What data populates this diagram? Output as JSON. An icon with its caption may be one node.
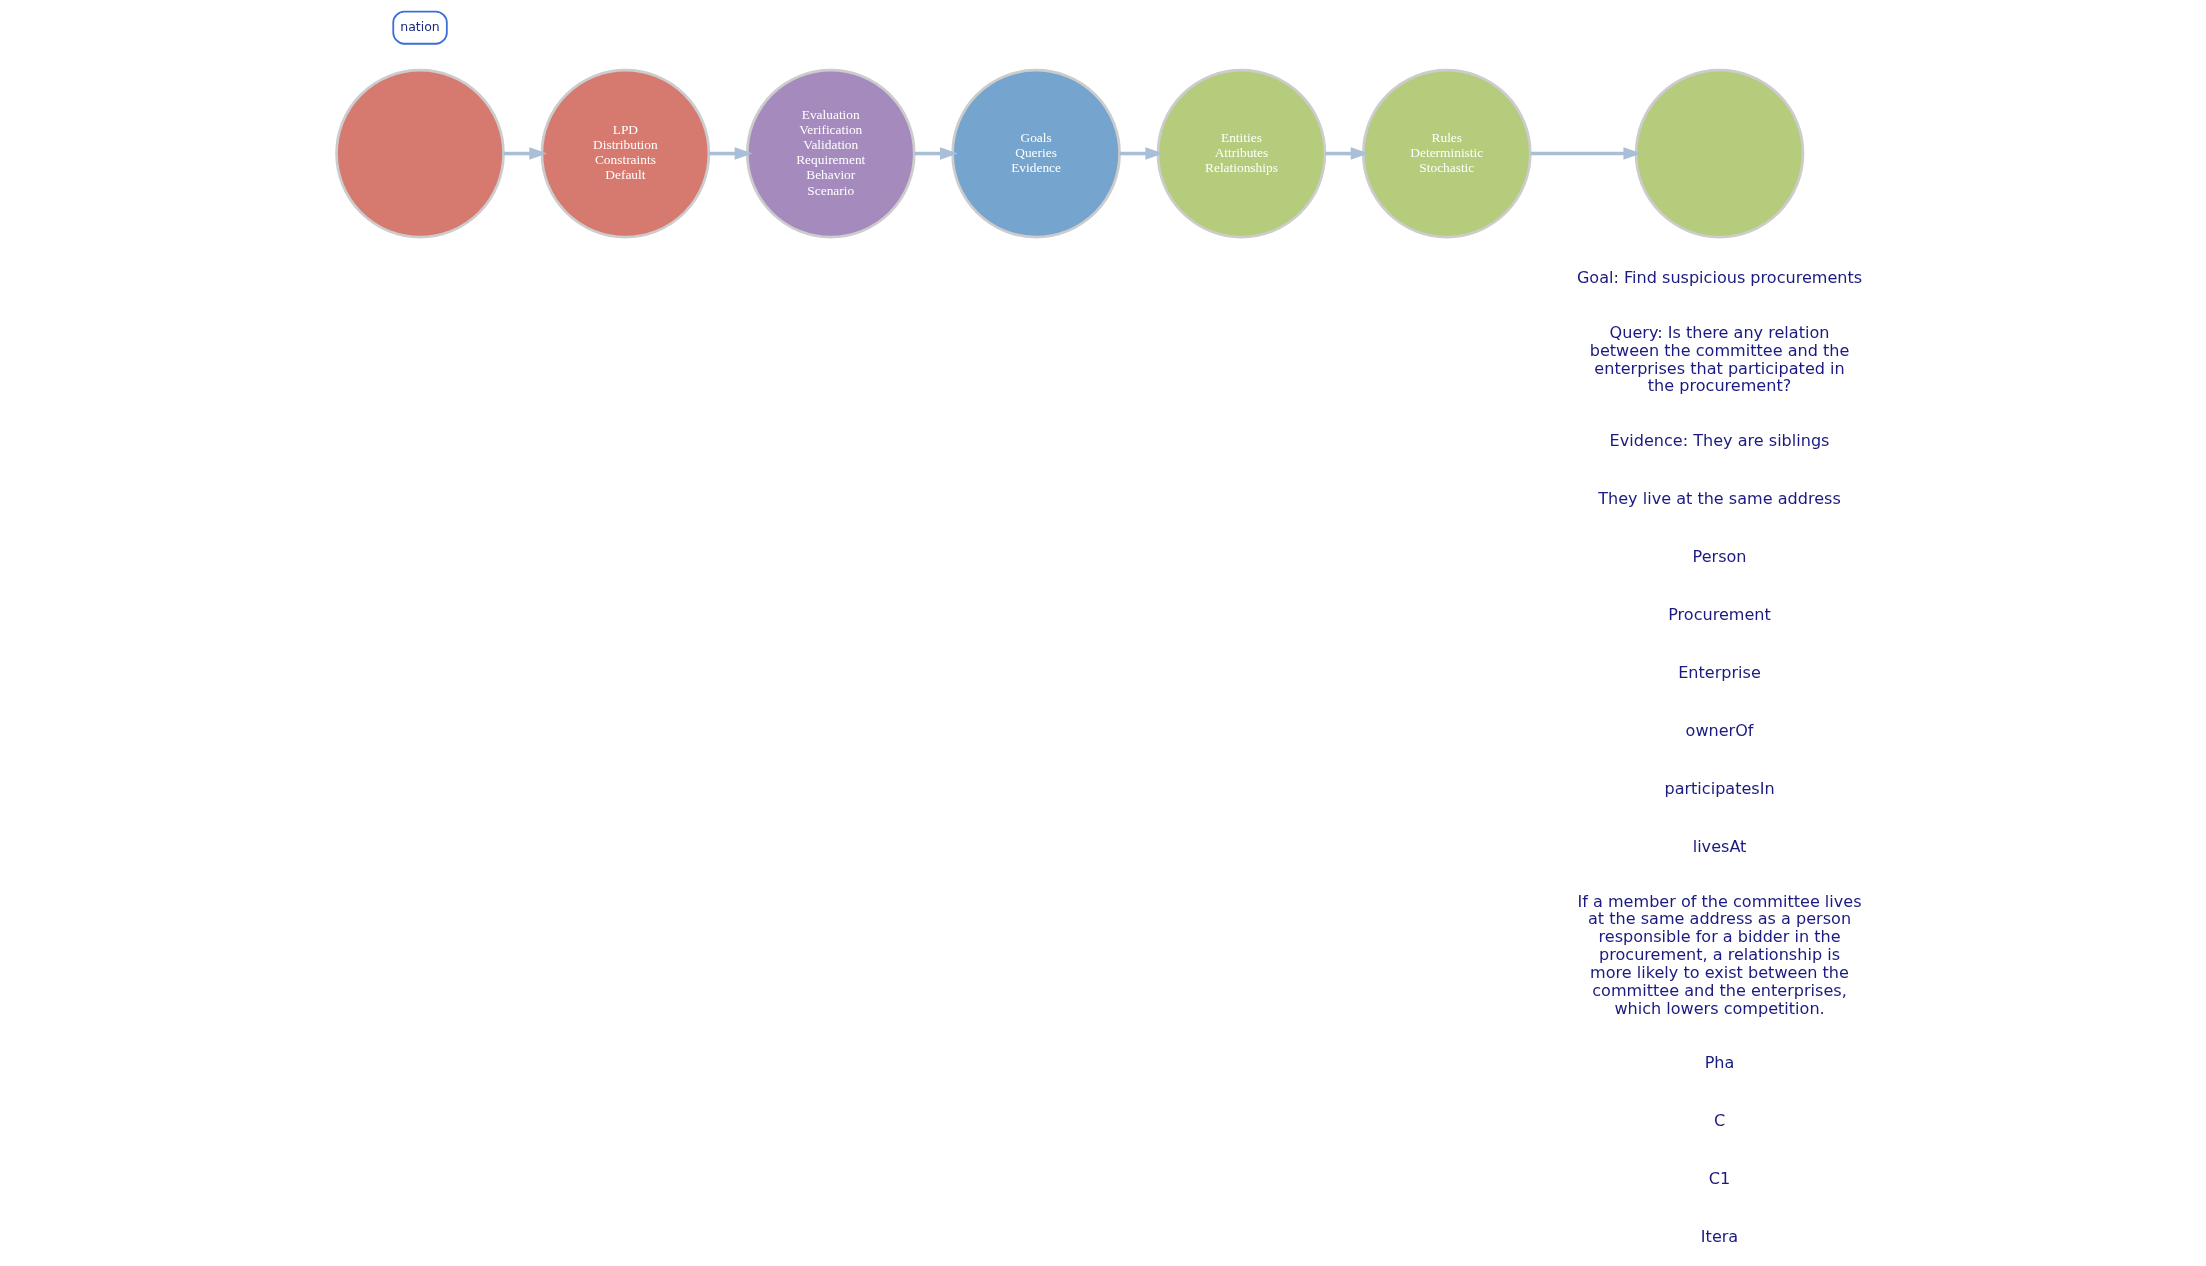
{
  "diagram": {
    "nodes": [
      {
        "text": [
          "Goals",
          "Queries",
          "Evidence"
        ]
      },
      {
        "text": [
          "Entities",
          "Attributes",
          "Relationships"
        ]
      },
      {
        "text": [
          "Rules",
          "Deterministic",
          "Stochastic"
        ]
      },
      {
        "text": [],
        "shape": "circle"
      },
      {
        "text": [],
        "shape": "circle"
      },
      {
        "text": [
          "LPD",
          "Distribution",
          "Constraints",
          "Default"
        ]
      },
      {
        "text": [
          "Evaluation",
          "Verification",
          "Validation",
          "Requirement",
          "Behavior",
          "Scenario"
        ]
      },
      {
        "text": [
          "nation"
        ]
      }
    ],
    "edges": [
      {
        "from": 6,
        "to": 0,
        "arrow": "to"
      },
      {
        "from": 0,
        "to": 1,
        "arrow": "to"
      },
      {
        "from": 1,
        "to": 2,
        "arrow": "to"
      },
      {
        "from": 2,
        "to": 4,
        "arrow": "to"
      },
      {
        "from": 3,
        "to": 5,
        "arrow": "to"
      },
      {
        "from": 5,
        "to": 6,
        "arrow": "to"
      }
    ],
    "labels": [
      "Goal: Find suspicious procurements",
      "Query: Is there any relation between the committee and the enterprises that participated in the procurement?",
      "Evidence: They are siblings",
      "They live at the same address",
      "Person",
      "Procurement",
      "Enterprise",
      "ownerOf",
      "participatesIn",
      "livesAt",
      "If a member of the committee lives at the same address as a person responsible for a bidder in the procurement, a relationship is more likely to exist between the committee and the enterprises, which lowers competition.",
      "Pha",
      "C",
      "C1",
      "Itera"
    ]
  }
}
